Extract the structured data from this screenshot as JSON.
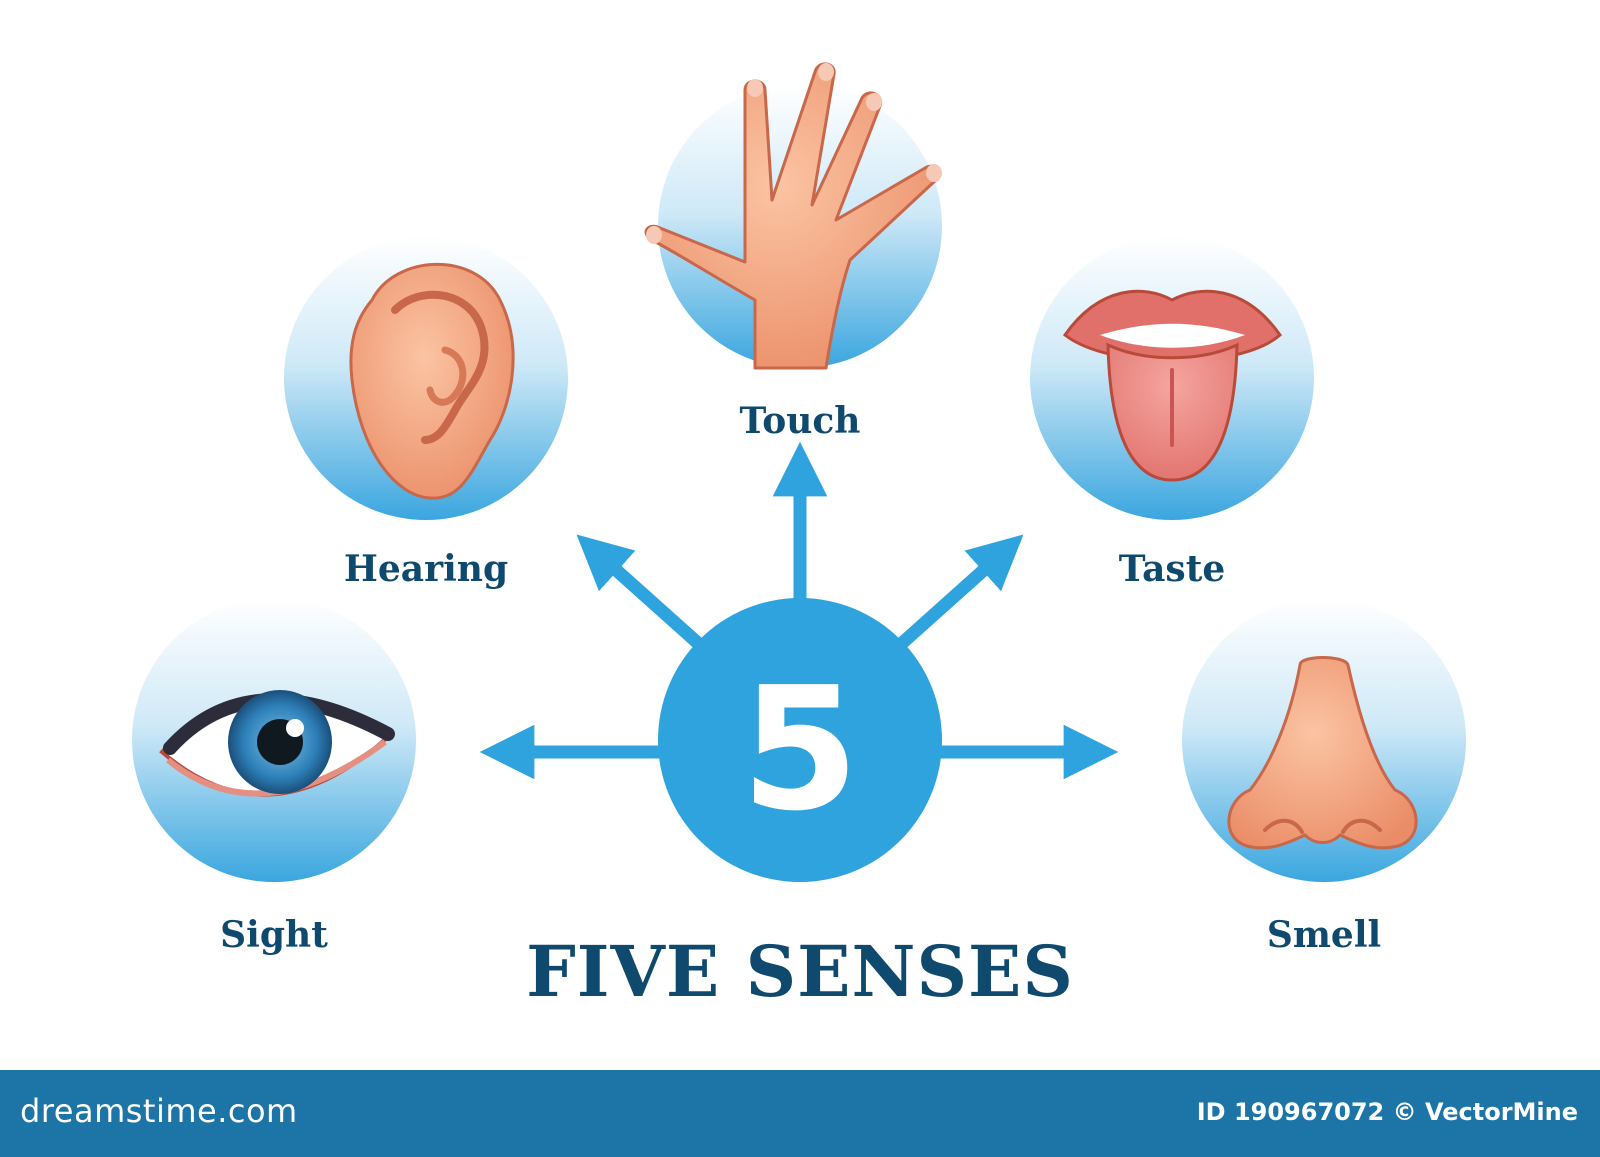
{
  "title": "FIVE SENSES",
  "center_number": "5",
  "senses": [
    {
      "label": "Sight"
    },
    {
      "label": "Hearing"
    },
    {
      "label": "Touch"
    },
    {
      "label": "Taste"
    },
    {
      "label": "Smell"
    }
  ],
  "footer": {
    "brand": "dreamstime.com",
    "credit": "ID 190967072 © VectorMine"
  },
  "colors": {
    "primary_blue": "#2ea3de",
    "dark_navy": "#0f4a6e",
    "footer_blue": "#1c74a7",
    "skin": "#f4a279"
  }
}
